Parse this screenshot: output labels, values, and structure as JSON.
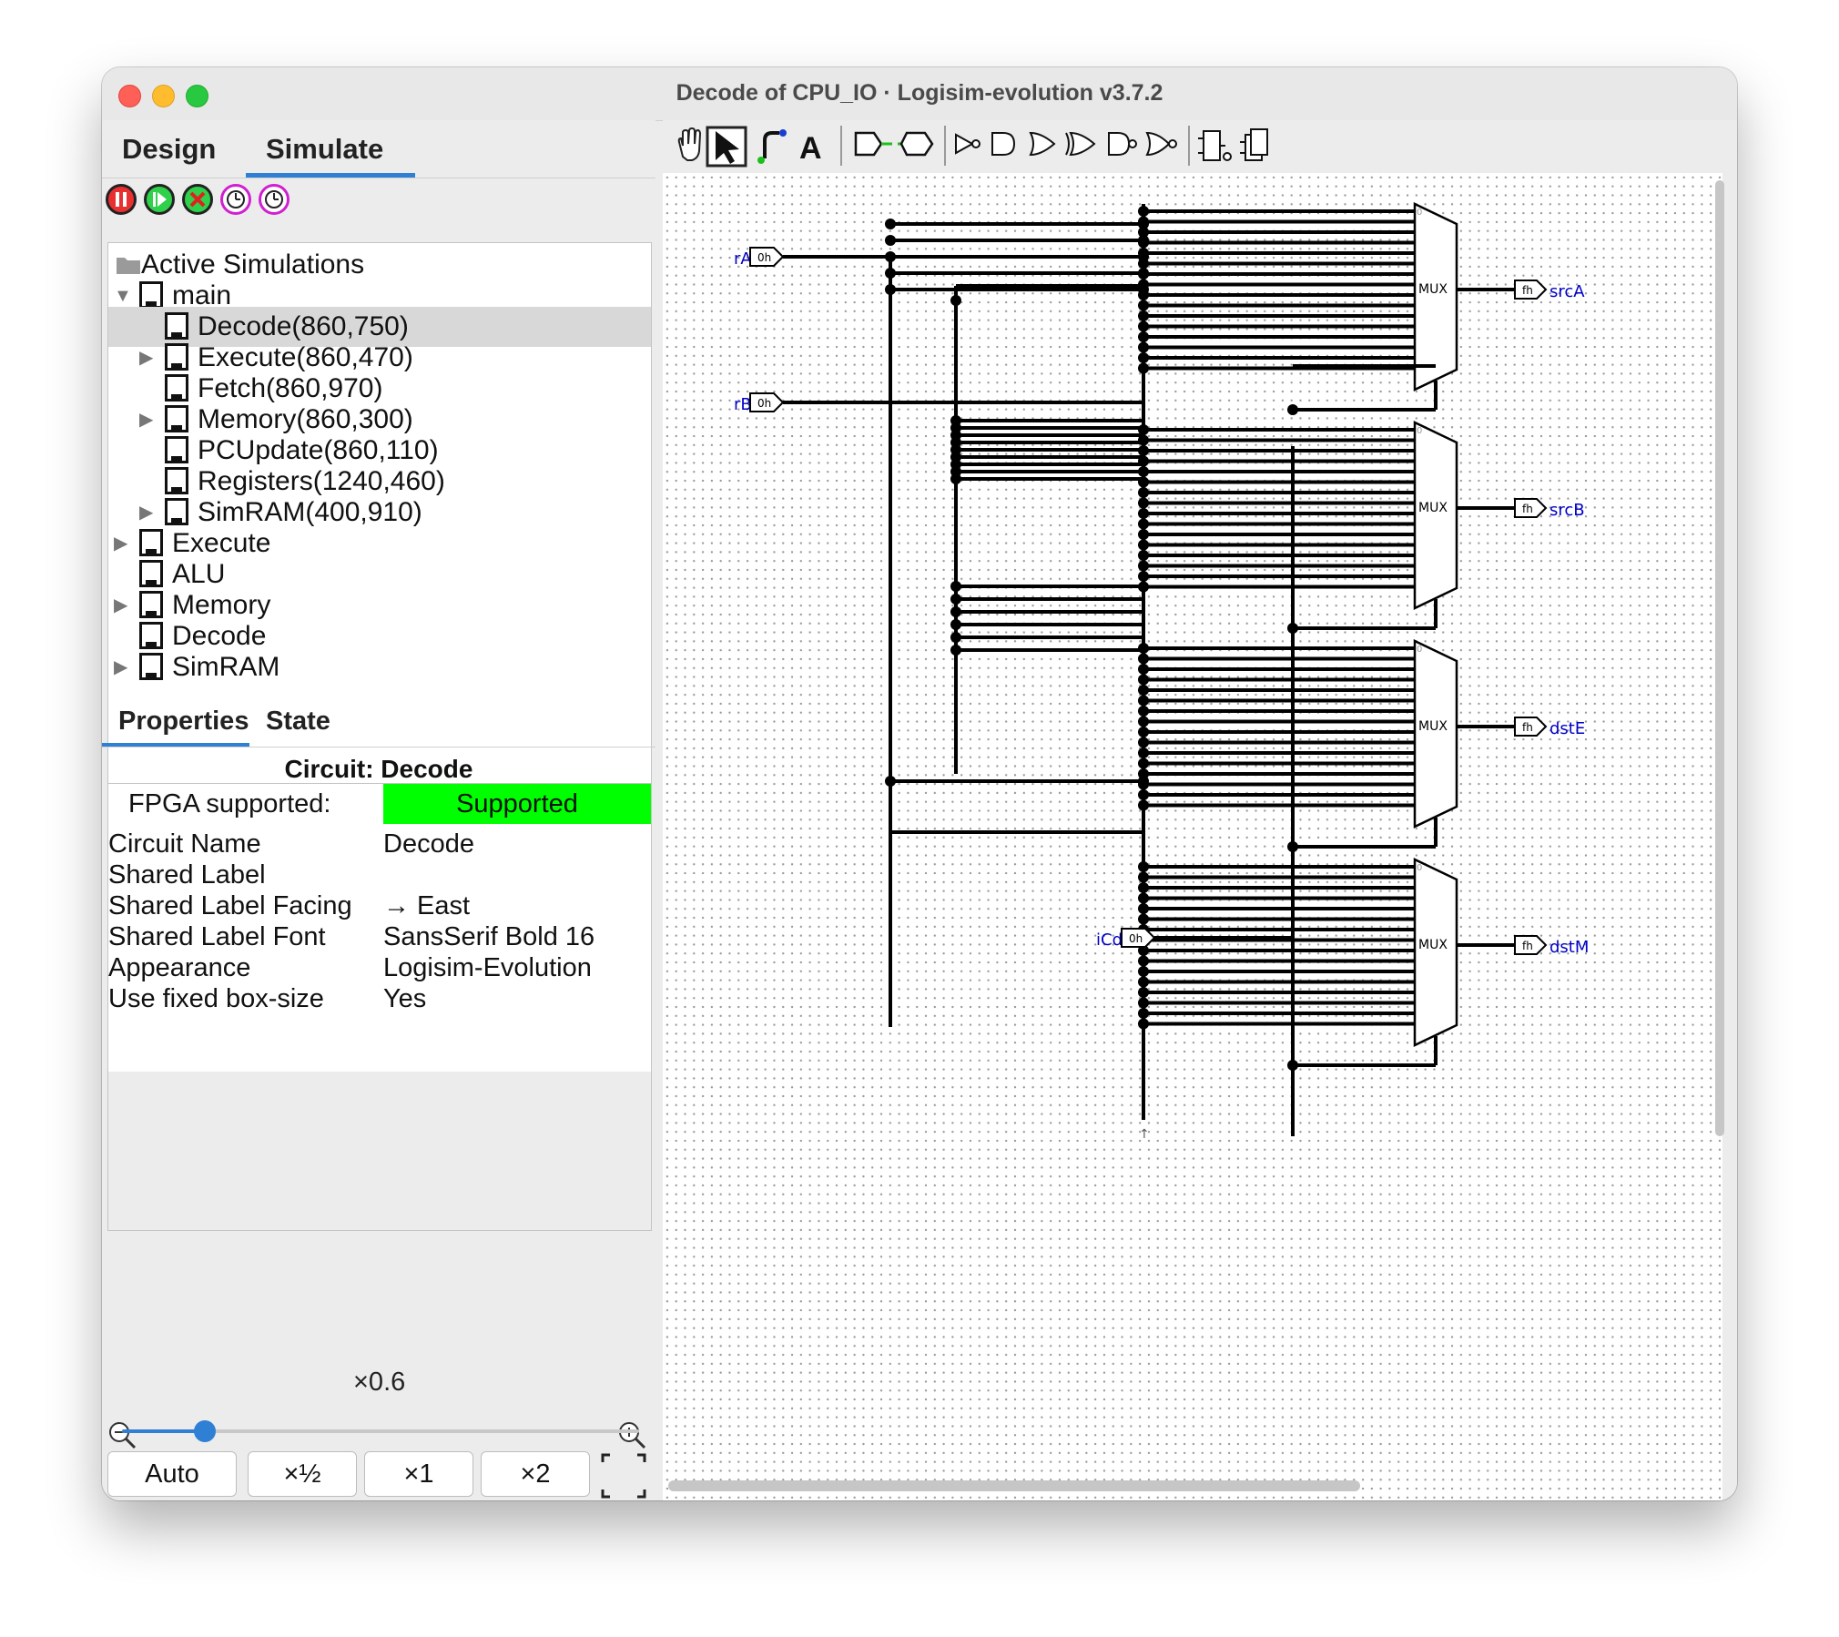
{
  "window": {
    "title": "Decode of CPU_IO · Logisim-evolution v3.7.2"
  },
  "left_tabs": {
    "design": "Design",
    "simulate": "Simulate"
  },
  "sim_controls": [
    "stop-simulation",
    "step-simulation",
    "reset-simulation",
    "tick-once",
    "tick-enable"
  ],
  "tree": {
    "root": "Active Simulations",
    "main": "main",
    "children": [
      {
        "label": "Decode(860,750)",
        "expander": false,
        "selected": true
      },
      {
        "label": "Execute(860,470)",
        "expander": true
      },
      {
        "label": "Fetch(860,970)",
        "expander": false
      },
      {
        "label": "Memory(860,300)",
        "expander": true
      },
      {
        "label": "PCUpdate(860,110)",
        "expander": false
      },
      {
        "label": "Registers(1240,460)",
        "expander": false
      },
      {
        "label": "SimRAM(400,910)",
        "expander": true
      }
    ],
    "top_level": [
      {
        "label": "Execute",
        "expander": true
      },
      {
        "label": "ALU",
        "expander": false
      },
      {
        "label": "Memory",
        "expander": true
      },
      {
        "label": "Decode",
        "expander": false
      },
      {
        "label": "SimRAM",
        "expander": true
      }
    ]
  },
  "prop_tabs": {
    "properties": "Properties",
    "state": "State"
  },
  "properties": {
    "header": "Circuit: Decode",
    "fpga_key": "FPGA supported:",
    "fpga_value": "Supported",
    "rows": [
      {
        "key": "Circuit Name",
        "value": "Decode"
      },
      {
        "key": "Shared Label",
        "value": ""
      },
      {
        "key": "Shared Label Facing",
        "value": "→ East"
      },
      {
        "key": "Shared Label Font",
        "value": "SansSerif Bold 16"
      },
      {
        "key": "Appearance",
        "value": "Logisim-Evolution"
      },
      {
        "key": "Use fixed box-size",
        "value": "Yes"
      }
    ]
  },
  "zoom": {
    "level": "×0.6",
    "slider_fraction": 0.16,
    "buttons": {
      "auto": "Auto",
      "half": "×½",
      "one": "×1",
      "two": "×2"
    }
  },
  "canvas": {
    "inputs": [
      {
        "name": "rA",
        "value": "0h"
      },
      {
        "name": "rB",
        "value": "0h"
      },
      {
        "name": "iCd",
        "value": "0h"
      }
    ],
    "outputs": [
      {
        "name": "srcA",
        "value": "fh"
      },
      {
        "name": "srcB",
        "value": "fh"
      },
      {
        "name": "dstE",
        "value": "fh"
      },
      {
        "name": "dstM",
        "value": "fh"
      }
    ],
    "mux_label": "MUX"
  },
  "colors": {
    "accent": "#2f7fd4",
    "supported_bg": "#00ff00",
    "pin_label": "#0000c8"
  }
}
